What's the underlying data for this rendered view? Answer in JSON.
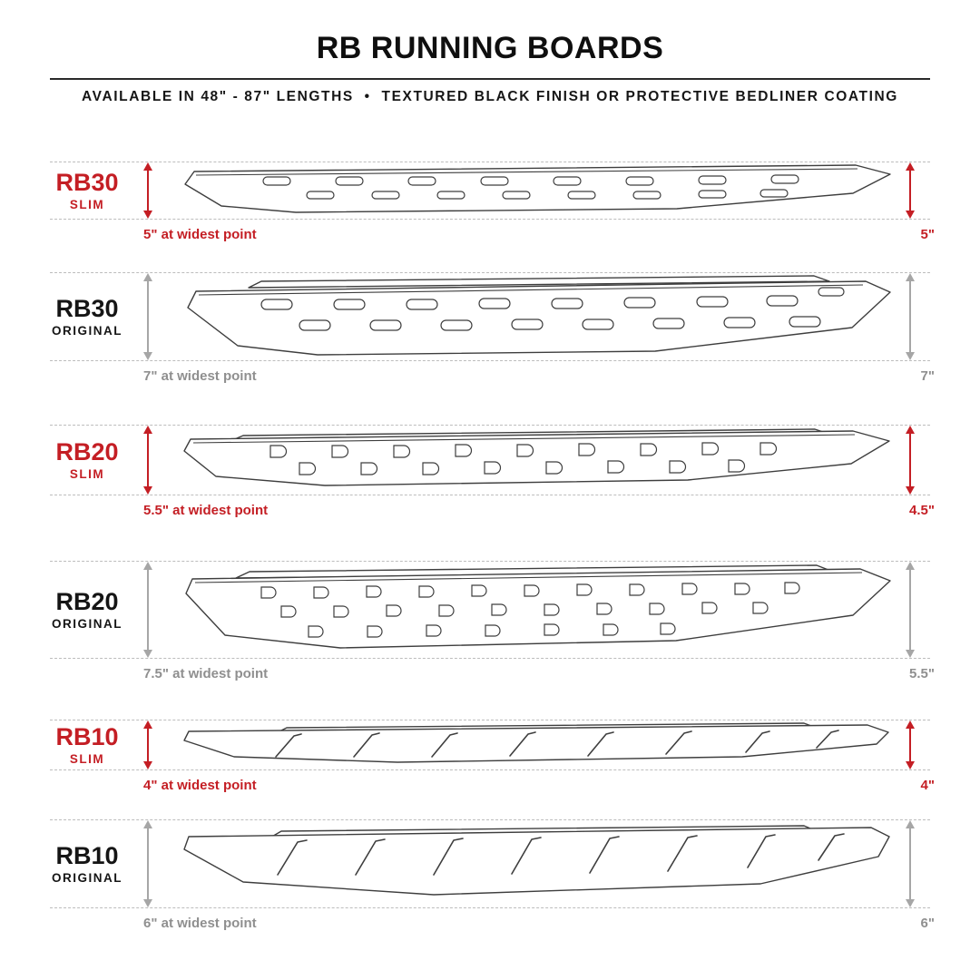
{
  "header": {
    "title": "RB RUNNING BOARDS",
    "subtitle": "AVAILABLE IN 48\" - 87\" LENGTHS  •  TEXTURED BLACK FINISH OR PROTECTIVE BEDLINER COATING"
  },
  "colors": {
    "slim_red": "#c41e24",
    "original_arrow_gray": "#a6a6a6",
    "original_note_gray": "#8f8f8f",
    "label_black": "#151515",
    "header_rule": "#2a2a2a",
    "dash_gray": "#bdbdbd",
    "board_stroke": "#3e3e3e"
  },
  "products": [
    {
      "model": "RB30",
      "variant": "SLIM",
      "series": "slim",
      "left_note": "5\" at widest point",
      "right_note": "5\""
    },
    {
      "model": "RB30",
      "variant": "ORIGINAL",
      "series": "original",
      "left_note": "7\" at widest point",
      "right_note": "7\""
    },
    {
      "model": "RB20",
      "variant": "SLIM",
      "series": "slim",
      "left_note": "5.5\" at widest point",
      "right_note": "4.5\""
    },
    {
      "model": "RB20",
      "variant": "ORIGINAL",
      "series": "original",
      "left_note": "7.5\" at widest point",
      "right_note": "5.5\""
    },
    {
      "model": "RB10",
      "variant": "SLIM",
      "series": "slim",
      "left_note": "4\" at widest point",
      "right_note": "4\""
    },
    {
      "model": "RB10",
      "variant": "ORIGINAL",
      "series": "original",
      "left_note": "6\" at widest point",
      "right_note": "6\""
    }
  ]
}
